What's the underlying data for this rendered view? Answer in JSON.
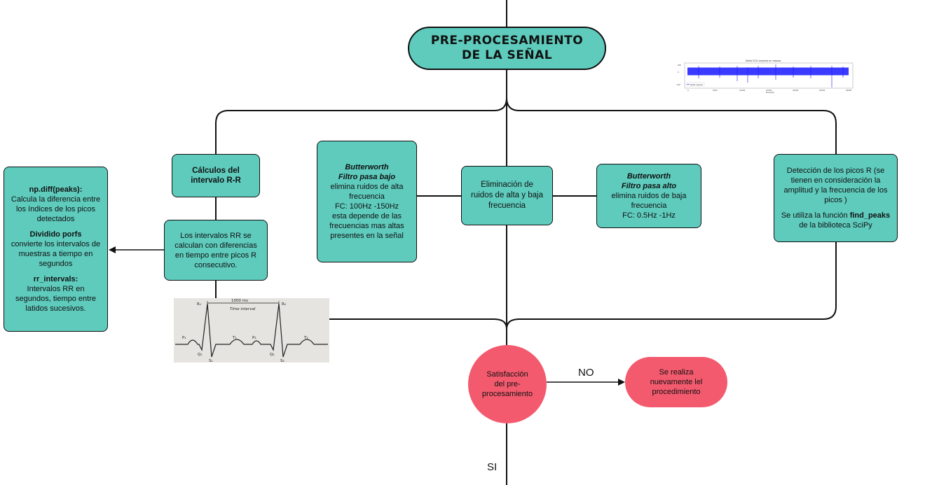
{
  "title": {
    "line1": "PRE-PROCESAMIENTO",
    "line2": "DE LA SEÑAL"
  },
  "center_box": {
    "line1": "Eliminación de",
    "line2": "ruidos de alta y baja",
    "line3": "frecuencia"
  },
  "lowpass": {
    "name1": "Butterworth",
    "name2": "Filtro pasa bajo",
    "l1": "elimina ruidos de alta",
    "l2": "frecuencia",
    "l3": "FC: 100Hz -150Hz",
    "l4": "esta depende de las",
    "l5": "frecuencias mas altas",
    "l6": "presentes en la señal"
  },
  "highpass": {
    "name1": "Butterworth",
    "name2": "Filtro pasa alto",
    "l1": "elimina ruidos de baja",
    "l2": "frecuencia",
    "l3": "FC: 0.5Hz -1Hz"
  },
  "rr_calc": {
    "line1": "Cálculos del",
    "line2": "intervalo R-R"
  },
  "rr_desc": {
    "l1": "Los intervalos RR se",
    "l2": "calculan con diferencias",
    "l3": "en tiempo entre picos R",
    "l4": "consecutivo."
  },
  "code": {
    "h1": "np.diff(peaks):",
    "t1a": "Calcula la diferencia entre",
    "t1b": "los índices de los picos",
    "t1c": "detectados",
    "h2": "Dividido porfs",
    "t2a": "convierte los intervalos de",
    "t2b": "muestras a tiempo en",
    "t2c": "segundos",
    "h3": "rr_intervals:",
    "t3a": "Intervalos RR en",
    "t3b": "segundos, tiempo  entre",
    "t3c": "latidos sucesivos."
  },
  "peaks": {
    "l1": "Detección de los picos R (se",
    "l2": "tienen en consideración la",
    "l3": "amplitud y la frecuencia de los",
    "l4": "picos )",
    "l5": "Se utiliza la función",
    "fn": "find_peaks",
    "l6": "de la biblioteca SciPy"
  },
  "decision": {
    "l1": "Satisfacción",
    "l2": "del pre-",
    "l3": "procesamiento"
  },
  "retry": {
    "l1": "Se realiza",
    "l2": "nuevamente lel",
    "l3": "procedimiento"
  },
  "labels": {
    "no": "NO",
    "si": "SI"
  },
  "ecg_image": {
    "interval": "1000 ms",
    "caption": "Time interval",
    "r1": "R₁",
    "r2": "R₂"
  },
  "colors": {
    "teal": "#5ecbbd",
    "red": "#f35a6e",
    "signal": "#1a1aff"
  }
}
